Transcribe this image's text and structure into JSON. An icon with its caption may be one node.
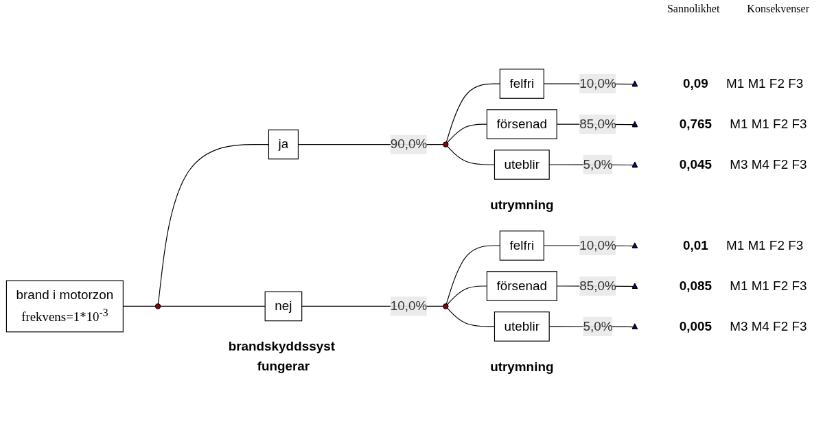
{
  "diagram": {
    "nodes": [
      {
        "text": [
          "brand i motorzon",
          "frekvens=1*10$^{-3}$"
        ]
      },
      {
        "text": [],
        "shape": "circle"
      },
      {
        "text": [
          "ja"
        ]
      },
      {
        "text": [],
        "shape": "circle"
      },
      {
        "text": [
          "felfri"
        ]
      },
      {
        "text": [],
        "shape": "triangle",
        "beside": [
          "0,09",
          "M1 M1 F2 F3"
        ]
      },
      {
        "text": [
          "försenad"
        ]
      },
      {
        "text": [],
        "shape": "triangle",
        "beside": [
          "0,765",
          "M1 M1 F2 F3"
        ]
      },
      {
        "text": [
          "uteblir"
        ]
      },
      {
        "text": [],
        "shape": "triangle",
        "beside": [
          "0,045",
          "M3 M4 F2 F3"
        ]
      },
      {
        "text": [
          "nej"
        ]
      },
      {
        "text": [],
        "shape": "circle"
      },
      {
        "text": [
          "felfri"
        ]
      },
      {
        "text": [],
        "shape": "triangle",
        "beside": [
          "0,01",
          "M1 M1 F2 F3"
        ]
      },
      {
        "text": [
          "försenad"
        ]
      },
      {
        "text": [],
        "shape": "triangle",
        "beside": [
          "0,085",
          "M1 M1 F2 F3"
        ]
      },
      {
        "text": [
          "uteblir"
        ]
      },
      {
        "text": [],
        "shape": "triangle",
        "beside": [
          "0,005",
          "M3 M4 F2 F3"
        ]
      }
    ],
    "edges": [
      {
        "from": 0,
        "to": 1,
        "arrow": "none"
      },
      {
        "from": 1,
        "to": 2,
        "arrow": "none"
      },
      {
        "from": 1,
        "to": 10,
        "arrow": "none"
      },
      {
        "from": 2,
        "to": 3,
        "arrow": "none",
        "label": "90,0%"
      },
      {
        "from": 3,
        "to": 4,
        "arrow": "none"
      },
      {
        "from": 3,
        "to": 6,
        "arrow": "none"
      },
      {
        "from": 3,
        "to": 8,
        "arrow": "none"
      },
      {
        "from": 4,
        "to": 5,
        "arrow": "none",
        "label": "10,0%"
      },
      {
        "from": 6,
        "to": 7,
        "arrow": "none",
        "label": "85,0%"
      },
      {
        "from": 8,
        "to": 9,
        "arrow": "none",
        "label": "5,0%"
      },
      {
        "from": 10,
        "to": 11,
        "arrow": "none",
        "label": "10,0%"
      },
      {
        "from": 11,
        "to": 12,
        "arrow": "none"
      },
      {
        "from": 11,
        "to": 14,
        "arrow": "none"
      },
      {
        "from": 11,
        "to": 16,
        "arrow": "none"
      },
      {
        "from": 12,
        "to": 13,
        "arrow": "none",
        "label": "10,0%"
      },
      {
        "from": 14,
        "to": 15,
        "arrow": "none",
        "label": "85,0%"
      },
      {
        "from": 16,
        "to": 17,
        "arrow": "none",
        "label": "5,0%"
      }
    ],
    "labels": [
      "Sannolikhet",
      "Konsekvenser",
      "utrymning",
      "brandskyddssyst fungerar",
      "utrymning"
    ]
  }
}
